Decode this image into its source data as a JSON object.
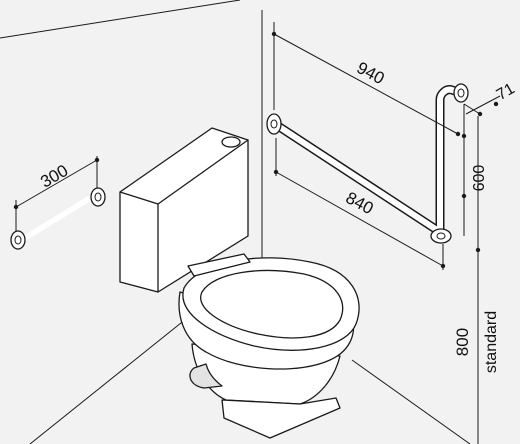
{
  "dimensions": {
    "left_bar_length": "300",
    "right_bar_top_length": "940",
    "right_bar_bottom_length": "840",
    "right_bar_height": "600",
    "wall_offset": "71",
    "mount_height_value": "800",
    "mount_height_note": "standard"
  }
}
